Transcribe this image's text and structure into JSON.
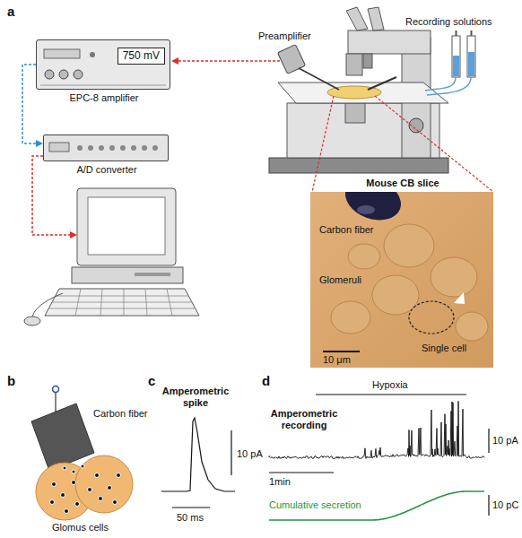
{
  "diagram": {
    "nodes": [
      {
        "text": [
          "750 mV",
          "EPC-8 amplifier"
        ]
      },
      {
        "text": [
          "A/D converter"
        ]
      },
      {
        "text": [
          "Mouse CB slice",
          "Carbon fiber",
          "Glomeruli",
          "Single cell",
          "10 μm"
        ]
      }
    ],
    "edges": [
      {
        "from": 0,
        "to": 1,
        "arrow": "to"
      }
    ],
    "labels": [
      "a",
      "Preamplifier",
      "Recording solutions",
      "b",
      "Carbon fiber",
      "Glomus cells",
      "c",
      "Amperometric spike",
      "10 pA",
      "50 ms",
      "d",
      "Hypoxia",
      "Amperometric recording",
      "10 pA",
      "1min",
      "Cumulative secretion",
      "10 pC"
    ]
  }
}
